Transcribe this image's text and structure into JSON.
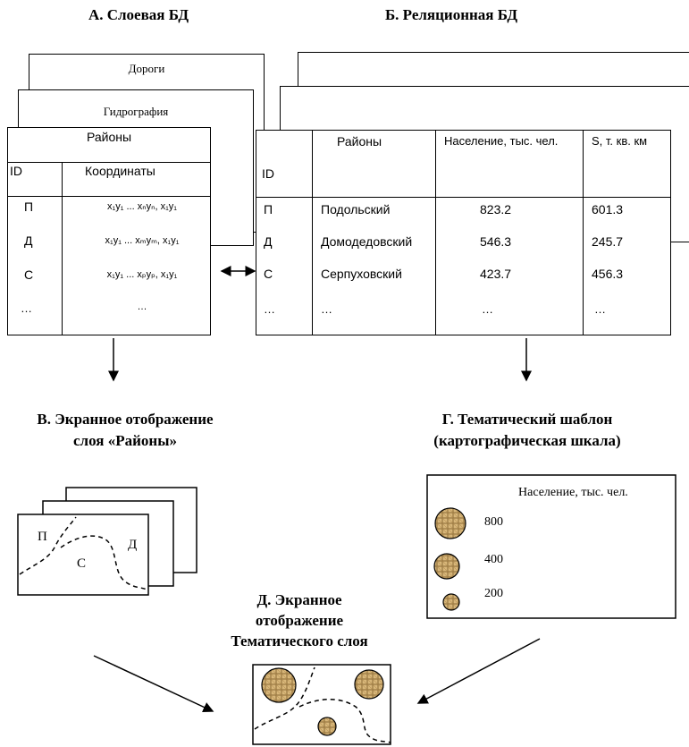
{
  "sections": {
    "a_title": "А. Слоевая БД",
    "b_title": "Б. Реляционная БД",
    "v_title_1": "В. Экранное отображение",
    "v_title_2": "слоя «Районы»",
    "g_title_1": "Г. Тематический шаблон",
    "g_title_2": "(картографическая шкала)",
    "d_title_1": "Д. Экранное",
    "d_title_2": "отображение",
    "d_title_3": "Тематического слоя"
  },
  "layer_db": {
    "back_layers": [
      "Дороги",
      "Гидрография"
    ],
    "front_title": "Районы",
    "columns": [
      "ID",
      "Координаты"
    ],
    "rows": [
      {
        "id": "П",
        "coords": "x₁y₁ ... xₙyₙ, x₁y₁"
      },
      {
        "id": "Д",
        "coords": "x₁y₁ ... xₘyₘ, x₁y₁"
      },
      {
        "id": "С",
        "coords": "x₁y₁ ... xₚyₚ, x₁y₁"
      },
      {
        "id": "…",
        "coords": "…"
      }
    ]
  },
  "relational_db": {
    "columns": [
      "ID",
      "Районы",
      "Население, тыс. чел.",
      "S, т. кв. км"
    ],
    "rows": [
      [
        "П",
        "Подольский",
        "823.2",
        "601.3"
      ],
      [
        "Д",
        "Домодедовский",
        "546.3",
        "245.7"
      ],
      [
        "С",
        "Серпуховский",
        "423.7",
        "456.3"
      ],
      [
        "…",
        "…",
        "…",
        "…"
      ]
    ]
  },
  "map_preview": {
    "labels": [
      "П",
      "С",
      "Д"
    ]
  },
  "thematic_scale": {
    "legend_title": "Население, тыс. чел.",
    "items": [
      {
        "value": "800"
      },
      {
        "value": "400"
      },
      {
        "value": "200"
      }
    ]
  }
}
